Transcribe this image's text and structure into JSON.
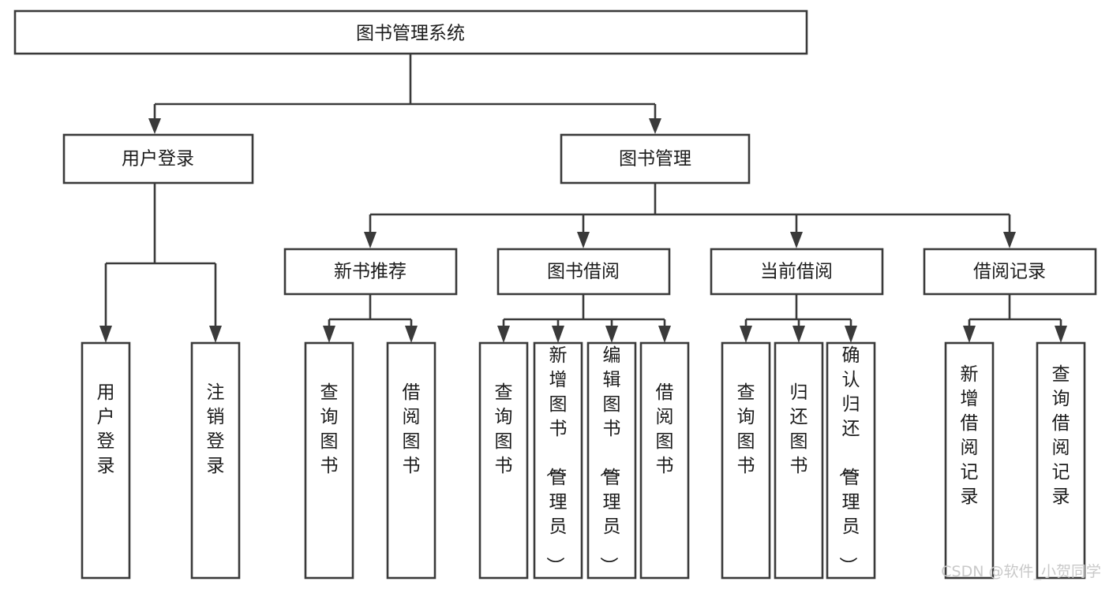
{
  "diagram": {
    "title": "图书管理系统",
    "type": "tree-hierarchy",
    "root": {
      "id": "root",
      "label": "图书管理系统"
    },
    "level2": [
      {
        "id": "user-login",
        "label": "用户登录"
      },
      {
        "id": "book-management",
        "label": "图书管理"
      }
    ],
    "level3": [
      {
        "id": "new-book-recommend",
        "label": "新书推荐",
        "parent": "book-management"
      },
      {
        "id": "book-borrow",
        "label": "图书借阅",
        "parent": "book-management"
      },
      {
        "id": "current-borrow",
        "label": "当前借阅",
        "parent": "book-management"
      },
      {
        "id": "borrow-record",
        "label": "借阅记录",
        "parent": "book-management"
      }
    ],
    "leaves": {
      "user-login": [
        {
          "id": "leaf-user-login",
          "label": "用户登录"
        },
        {
          "id": "leaf-user-logout",
          "label": "注销登录"
        }
      ],
      "new-book-recommend": [
        {
          "id": "leaf-query-book-1",
          "label": "查询图书"
        },
        {
          "id": "leaf-borrow-book-1",
          "label": "借阅图书"
        }
      ],
      "book-borrow": [
        {
          "id": "leaf-query-book-2",
          "label": "查询图书"
        },
        {
          "id": "leaf-add-book",
          "label": "新增图书（管理员）"
        },
        {
          "id": "leaf-edit-book",
          "label": "编辑图书（管理员）"
        },
        {
          "id": "leaf-borrow-book-2",
          "label": "借阅图书"
        }
      ],
      "current-borrow": [
        {
          "id": "leaf-query-book-3",
          "label": "查询图书"
        },
        {
          "id": "leaf-return-book",
          "label": "归还图书"
        },
        {
          "id": "leaf-confirm-return",
          "label": "确认归还（管理员）"
        }
      ],
      "borrow-record": [
        {
          "id": "leaf-add-record",
          "label": "新增借阅记录"
        },
        {
          "id": "leaf-query-record",
          "label": "查询借阅记录"
        }
      ]
    }
  },
  "watermark": {
    "text": "CSDN @软件_小贺同学"
  },
  "colors": {
    "box_stroke": "#3a3a3a",
    "box_fill": "#ffffff",
    "text": "#1b1b1b",
    "watermark": "#c9c9c9",
    "background": "#ffffff"
  }
}
